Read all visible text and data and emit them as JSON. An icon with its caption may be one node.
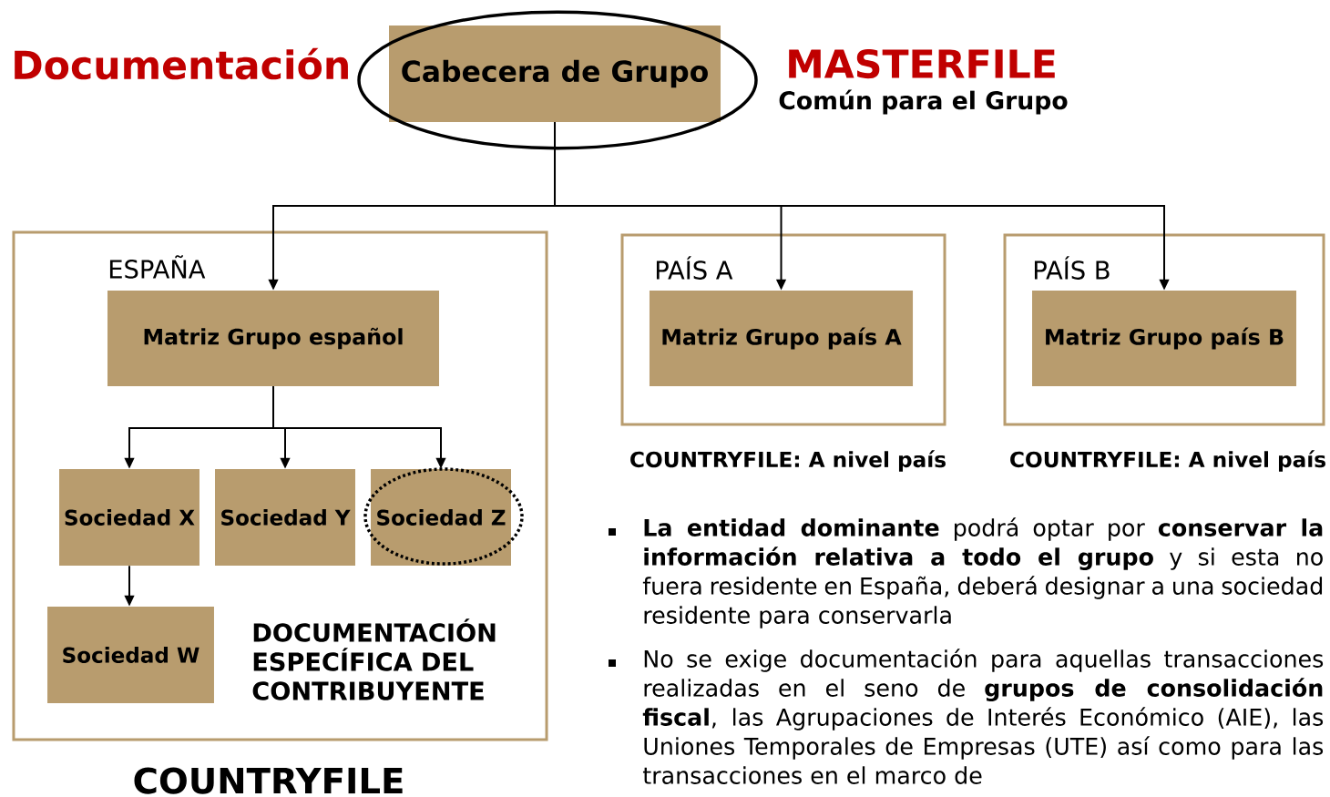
{
  "diagram": {
    "nodes": [
      {
        "text": [
          "Cabecera de Grupo"
        ]
      },
      {
        "text": [
          "ESPAÑA",
          "DOCUMENTACIÓN ESPECÍFICA DEL CONTRIBUYENTE"
        ],
        "beside": [
          "COUNTRYFILE"
        ]
      },
      {
        "text": [
          "Matriz Grupo español"
        ],
        "in": 1
      },
      {
        "text": [
          "Sociedad X"
        ],
        "in": 1
      },
      {
        "text": [
          "Sociedad Y"
        ],
        "in": 1
      },
      {
        "text": [
          "Sociedad Z"
        ],
        "in": 1
      },
      {
        "text": [
          "Sociedad W"
        ],
        "in": 1
      },
      {
        "text": [
          "PAÍS A"
        ],
        "beside": [
          "COUNTRYFILE: A nivel país"
        ]
      },
      {
        "text": [
          "Matriz Grupo país A"
        ],
        "in": 7
      },
      {
        "text": [
          "PAÍS B"
        ],
        "beside": [
          "COUNTRYFILE: A nivel país"
        ]
      },
      {
        "text": [
          "Matriz Grupo país B"
        ],
        "in": 9
      }
    ],
    "edges": [
      {
        "from": 0,
        "to": 2,
        "arrow": "to"
      },
      {
        "from": 0,
        "to": 8,
        "arrow": "to"
      },
      {
        "from": 0,
        "to": 10,
        "arrow": "to"
      },
      {
        "from": 2,
        "to": 3,
        "arrow": "to"
      },
      {
        "from": 2,
        "to": 4,
        "arrow": "to"
      },
      {
        "from": 2,
        "to": 5,
        "arrow": "to"
      },
      {
        "from": 3,
        "to": 6,
        "arrow": "to"
      }
    ],
    "labels": [
      "Documentación",
      "MASTERFILE",
      "Común para el Grupo",
      "**La entidad dominante** podrá optar por **conservar la información relativa a todo el grupo** y si esta no fuera residente en España, deberá designar a una sociedad residente para conservarla",
      "No se exige documentación para aquellas transacciones realizadas en el seno de **grupos de consolidación fiscal**, las Agrupaciones de Interés Económico (AIE), las Uniones Temporales de Empresas (UTE) así como para las transacciones en el marco de"
    ]
  }
}
